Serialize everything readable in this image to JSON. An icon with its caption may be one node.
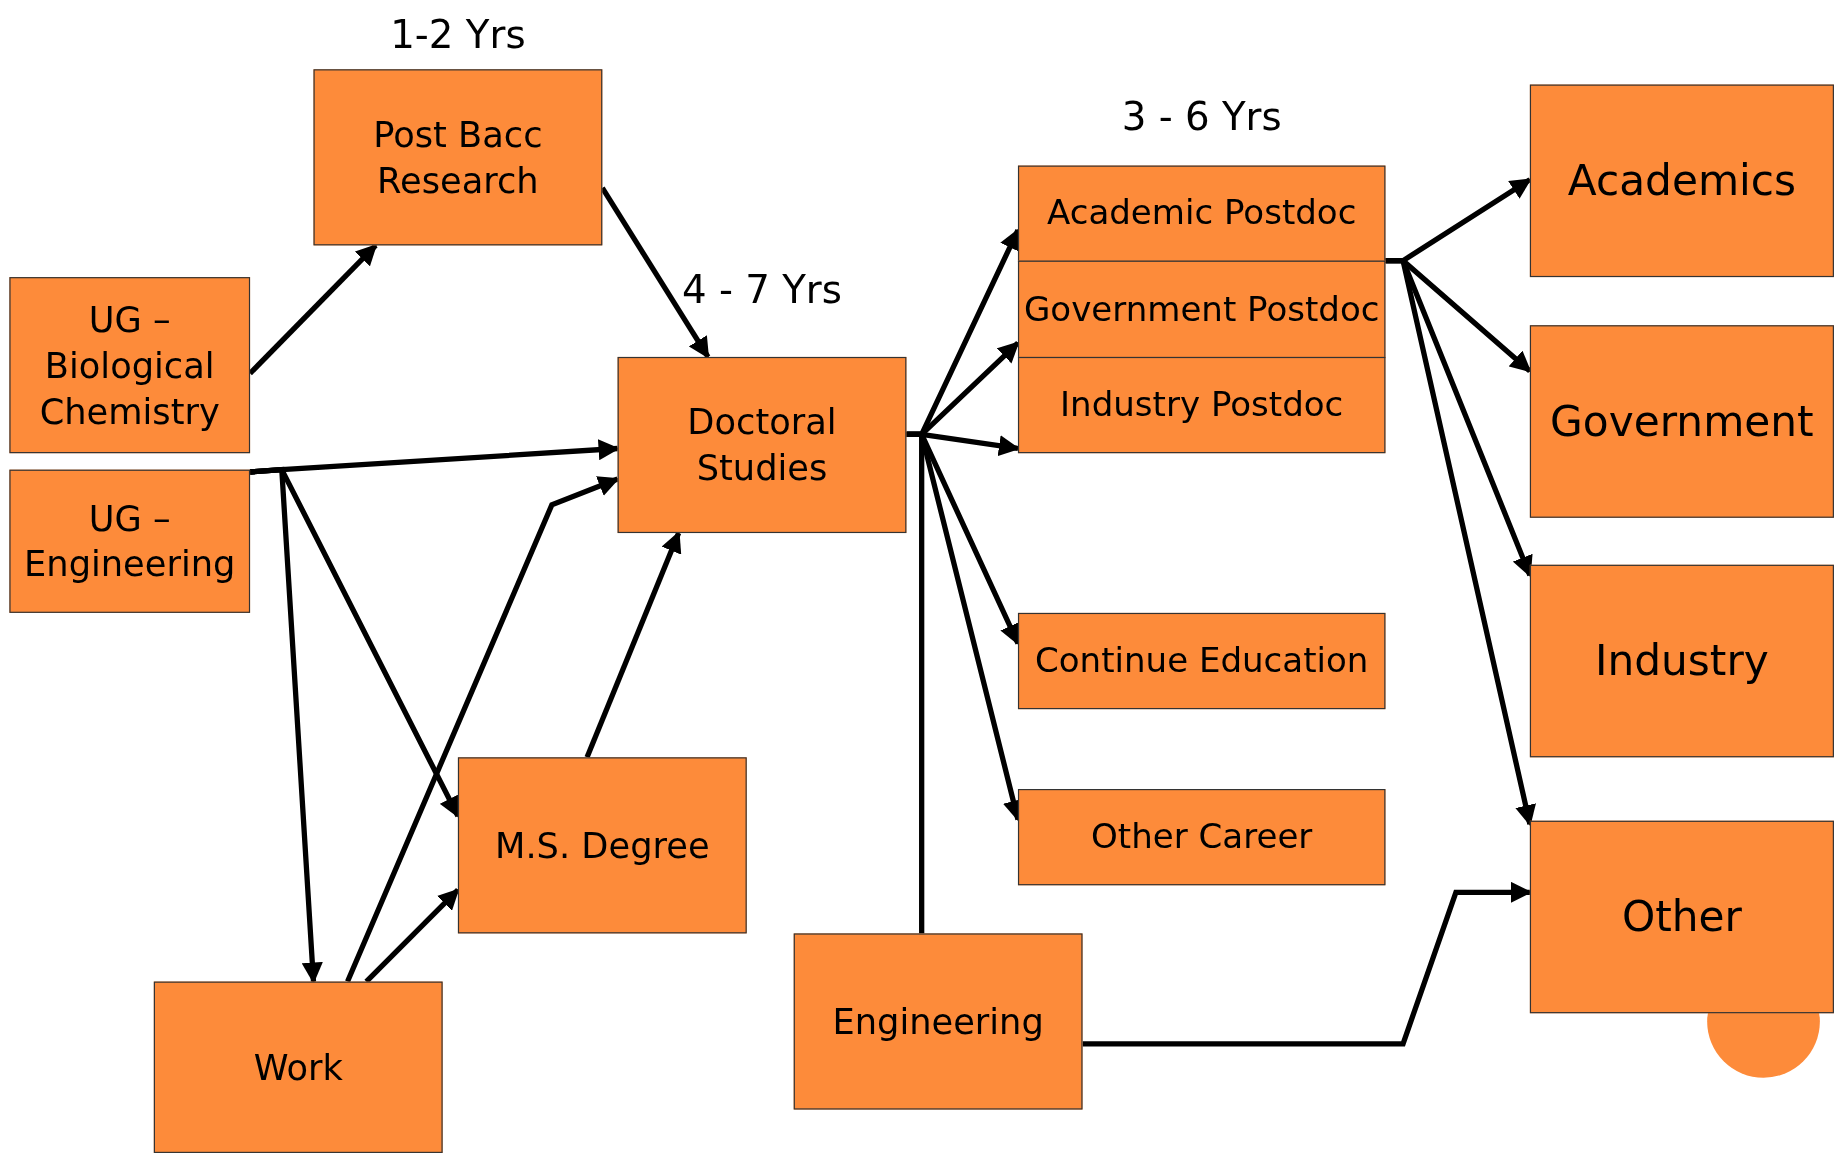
{
  "diagram": {
    "nodes": [
      {
        "text": [
          "1-2 Yrs",
          "Post Bacc Research"
        ]
      },
      {
        "text": [
          "UG – Biological Chemistry"
        ]
      },
      {
        "text": [
          "UG – Engineering"
        ]
      },
      {
        "text": [
          "4 - 7 Yrs",
          "Doctoral Studies"
        ]
      },
      {
        "text": [
          "M.S. Degree"
        ]
      },
      {
        "text": [
          "Work"
        ]
      },
      {
        "text": [
          "3 - 6 Yrs",
          "Academic Postdoc"
        ]
      },
      {
        "text": [
          "Government Postdoc"
        ]
      },
      {
        "text": [
          "Industry Postdoc"
        ]
      },
      {
        "text": [
          "Continue Education"
        ]
      },
      {
        "text": [
          "Other Career"
        ]
      },
      {
        "text": [
          "Engineering"
        ]
      },
      {
        "text": [
          "Academics"
        ]
      },
      {
        "text": [
          "Government"
        ]
      },
      {
        "text": [
          "Industry"
        ]
      },
      {
        "text": [
          "Other"
        ]
      }
    ],
    "edges": [
      {
        "from": 1,
        "to": 0,
        "arrow": "to"
      },
      {
        "from": 0,
        "to": 3,
        "arrow": "to"
      },
      {
        "from": 2,
        "to": 3,
        "arrow": "to"
      },
      {
        "from": 2,
        "to": 4,
        "arrow": "to"
      },
      {
        "from": 2,
        "to": 5,
        "arrow": "to"
      },
      {
        "from": 5,
        "to": 3,
        "arrow": "to"
      },
      {
        "from": 5,
        "to": 4,
        "arrow": "to"
      },
      {
        "from": 4,
        "to": 3,
        "arrow": "to"
      },
      {
        "from": 3,
        "to": 6,
        "arrow": "to"
      },
      {
        "from": 3,
        "to": 7,
        "arrow": "to"
      },
      {
        "from": 3,
        "to": 8,
        "arrow": "to"
      },
      {
        "from": 3,
        "to": 9,
        "arrow": "to"
      },
      {
        "from": 3,
        "to": 10,
        "arrow": "to"
      },
      {
        "from": 11,
        "to": 3,
        "arrow": "none"
      },
      {
        "from": 11,
        "to": 15,
        "arrow": "to"
      },
      {
        "from": 7,
        "to": 12,
        "arrow": "to"
      },
      {
        "from": 7,
        "to": 13,
        "arrow": "to"
      },
      {
        "from": 7,
        "to": 14,
        "arrow": "to"
      },
      {
        "from": 7,
        "to": 15,
        "arrow": "to"
      }
    ]
  }
}
